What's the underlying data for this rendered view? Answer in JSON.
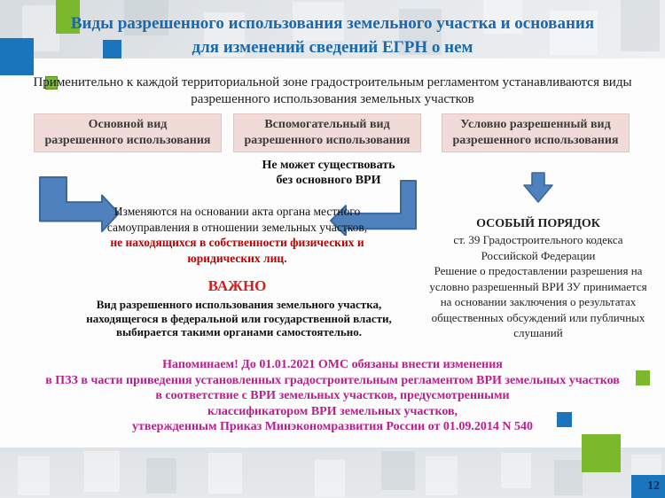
{
  "slide": {
    "title": "Виды разрешенного использования земельного участка и основания\nдля изменений сведений ЕГРН о нем",
    "page_number": "12"
  },
  "intro": {
    "text": "Применительно к каждой территориальной зоне градостроительным регламентом устанавливаются виды\nразрешенного использования земельных участков"
  },
  "vri_types": [
    {
      "label": "Основной вид\nразрешенного использования"
    },
    {
      "label": "Вспомогательный вид\nразрешенного использования"
    },
    {
      "label": "Условно разрешенный вид\nразрешенного использования"
    }
  ],
  "auxiliary_note": "Не может существовать\nбез основного ВРИ",
  "change_basis": {
    "text_black": "Изменяются на основании акта органа местного самоуправления в отношении земельных участков, ",
    "text_red": "не находящихся в собственности физических и юридических лиц."
  },
  "important": {
    "heading": "ВАЖНО",
    "text": "Вид разрешенного использования земельного участка,\nнаходящегося в федеральной или государственной власти,\nвыбирается такими органами самостоятельно."
  },
  "special_order": {
    "heading": "ОСОБЫЙ ПОРЯДОК",
    "body": "ст. 39 Градостроительного кодекса\nРоссийской Федерации\nРешение о предоставлении разрешения на\nусловно разрешенный ВРИ ЗУ принимается\nна основании заключения о результатах\nобщественных обсуждений или публичных\nслушаний"
  },
  "reminder": {
    "text": "Напоминаем! До 01.01.2021 ОМС обязаны внести изменения\nв ПЗЗ в части приведения установленных градостроительным регламентом ВРИ земельных участков\nв соответствие с ВРИ земельных участков, предусмотренными\nклассификатором ВРИ земельных участков,\nутвержденным Приказ Минэкономразвития России от 01.09.2014 N 540"
  },
  "icons": {
    "elbow_arrow_right": "elbow-arrow-right-icon",
    "elbow_arrow_left": "elbow-arrow-left-icon",
    "down_arrow": "down-arrow-icon"
  },
  "colors": {
    "title_blue": "#1a68ae",
    "arrow_blue_fill": "#4f81bd",
    "arrow_blue_stroke": "#3a679c",
    "accent_red": "#c00000",
    "important_red": "#d41f1f",
    "accent_magenta": "#b8208f",
    "pink_box_bg": "#f1dbd9",
    "deco_green": "#7ab82c",
    "deco_blue": "#1b75bc",
    "page_box_blue": "#1b75bc"
  }
}
